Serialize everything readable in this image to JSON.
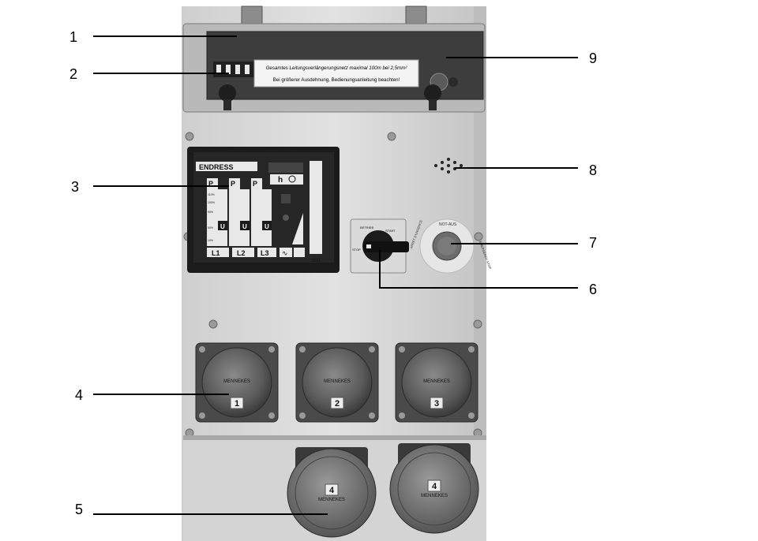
{
  "callouts": [
    {
      "id": "1",
      "label": "1"
    },
    {
      "id": "2",
      "label": "2"
    },
    {
      "id": "3",
      "label": "3"
    },
    {
      "id": "4",
      "label": "4"
    },
    {
      "id": "5",
      "label": "5"
    },
    {
      "id": "6",
      "label": "6"
    },
    {
      "id": "7",
      "label": "7"
    },
    {
      "id": "8",
      "label": "8"
    },
    {
      "id": "9",
      "label": "9"
    }
  ],
  "sticker": {
    "line1": "Gesamtes Leitungsverlängerungsnetz maximal 100m bei 2,5mm²",
    "line2": "Bei größerer Ausdehnung, Bedienungsanleitung beachten!"
  },
  "display": {
    "brand": "ENDRESS",
    "hour_symbol": "h",
    "p_label": "P",
    "u_label": "U",
    "phases": [
      "L1",
      "L2",
      "L3"
    ],
    "bar_ticks": [
      "110%",
      "100%",
      "90%",
      "50%",
      "10%"
    ],
    "iso_label": "ISO"
  },
  "switch": {
    "betrieb": "BETRIEB",
    "start": "START",
    "stop": "STOP"
  },
  "emergency": {
    "top": "NOT-AUS",
    "left": "ARRET D'URGENCE",
    "right": "EMERGENCY STOP"
  },
  "sockets": [
    {
      "number": "1",
      "brand": "MENNEKES"
    },
    {
      "number": "2",
      "brand": "MENNEKES"
    },
    {
      "number": "3",
      "brand": "MENNEKES"
    },
    {
      "number": "4",
      "brand": "MENNEKES"
    },
    {
      "number": "4",
      "brand": "MENNEKES"
    }
  ]
}
